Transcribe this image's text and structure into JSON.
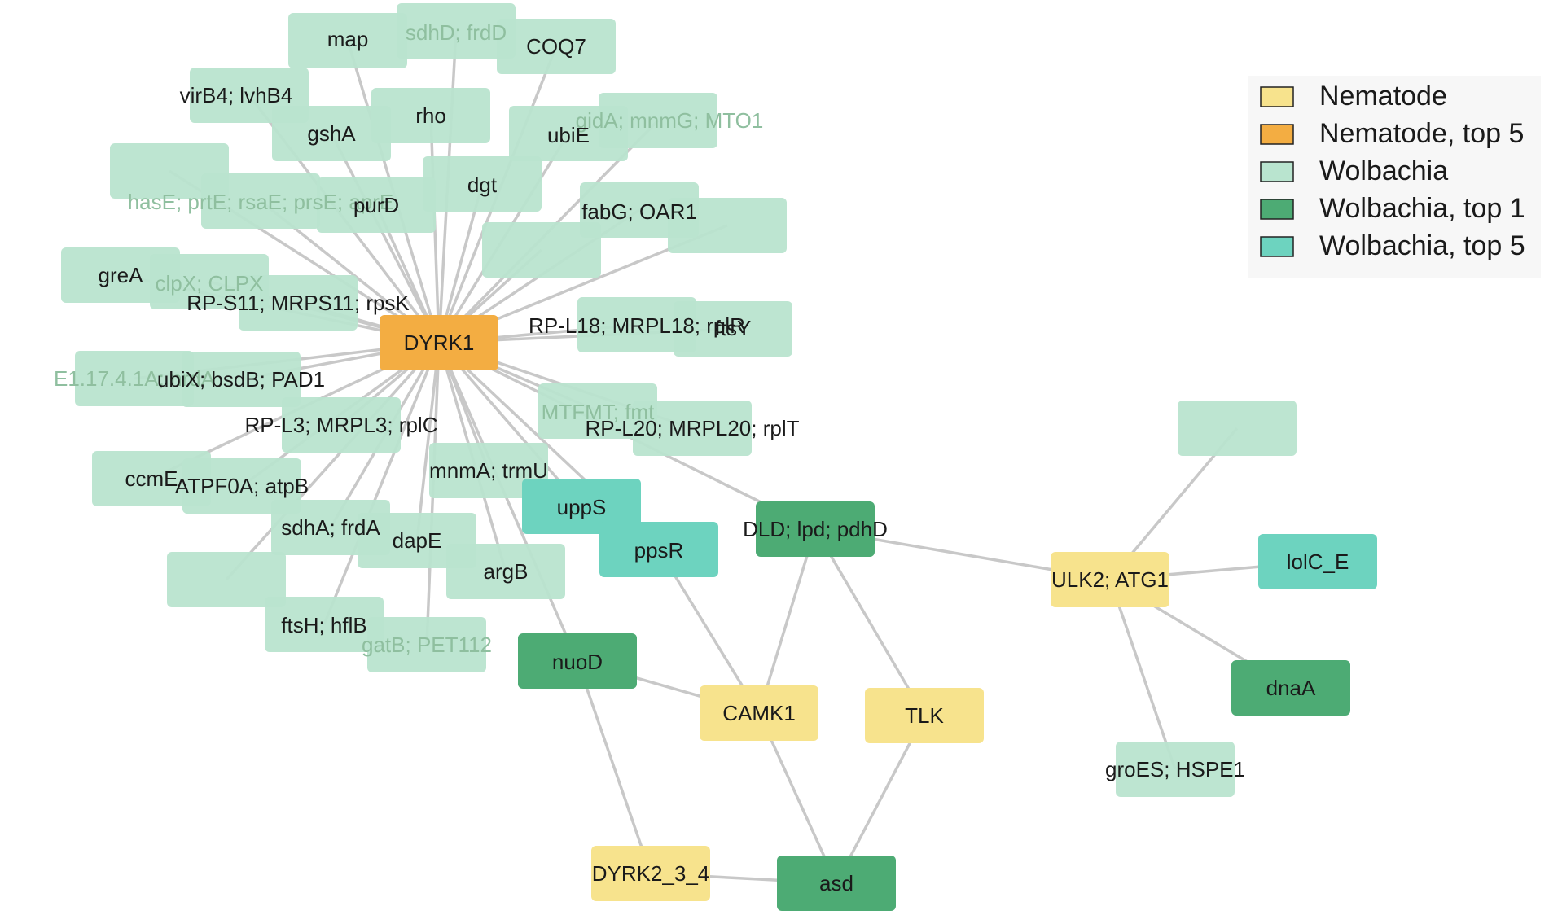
{
  "colors": {
    "nematode": "#f7e38d",
    "nematode_top5": "#f3ad42",
    "wolbachia": "#b9e4cf",
    "wolbachia_top1": "#4dab74",
    "wolbachia_top5": "#6dd3bf",
    "edge": "#c8c8c8"
  },
  "legend": [
    {
      "label": "Nematode",
      "category": "nematode"
    },
    {
      "label": "Nematode, top 5",
      "category": "nematode_top5"
    },
    {
      "label": "Wolbachia",
      "category": "wolbachia"
    },
    {
      "label": "Wolbachia, top 1",
      "category": "wolbachia_top1"
    },
    {
      "label": "Wolbachia, top 5",
      "category": "wolbachia_top5"
    }
  ],
  "nodes": [
    {
      "id": "map",
      "label": "map",
      "category": "wolbachia"
    },
    {
      "id": "sdhD",
      "label": "sdhD; frdD",
      "category": "wolbachia"
    },
    {
      "id": "COQ7",
      "label": "COQ7",
      "category": "wolbachia"
    },
    {
      "id": "virB4",
      "label": "virB4; lvhB4",
      "category": "wolbachia"
    },
    {
      "id": "rho",
      "label": "rho",
      "category": "wolbachia"
    },
    {
      "id": "gshA",
      "label": "gshA",
      "category": "wolbachia"
    },
    {
      "id": "gidA",
      "label": "gidA; mnmG; MTO1",
      "category": "wolbachia"
    },
    {
      "id": "ubiE",
      "label": "ubiE",
      "category": "wolbachia"
    },
    {
      "id": "blank1",
      "label": "",
      "category": "wolbachia"
    },
    {
      "id": "dgt",
      "label": "dgt",
      "category": "wolbachia"
    },
    {
      "id": "hasE",
      "label": "hasE; prtE; rsaE; prsE; aprE",
      "category": "wolbachia"
    },
    {
      "id": "purD",
      "label": "purD",
      "category": "wolbachia"
    },
    {
      "id": "fabG",
      "label": "fabG; OAR1",
      "category": "wolbachia"
    },
    {
      "id": "blank2",
      "label": "",
      "category": "wolbachia"
    },
    {
      "id": "blank3",
      "label": "",
      "category": "wolbachia"
    },
    {
      "id": "greA",
      "label": "greA",
      "category": "wolbachia"
    },
    {
      "id": "clpX",
      "label": "clpX; CLPX",
      "category": "wolbachia"
    },
    {
      "id": "rpsK",
      "label": "RP-S11; MRPS11; rpsK",
      "category": "wolbachia"
    },
    {
      "id": "rplR",
      "label": "RP-L18; MRPL18; rplR",
      "category": "wolbachia"
    },
    {
      "id": "ftsY",
      "label": "ftsY",
      "category": "wolbachia"
    },
    {
      "id": "DYRK1",
      "label": "DYRK1",
      "category": "nematode_top5"
    },
    {
      "id": "E1",
      "label": "E1.17.4.1A; nrdA",
      "category": "wolbachia"
    },
    {
      "id": "ubiX",
      "label": "ubiX; bsdB; PAD1",
      "category": "wolbachia"
    },
    {
      "id": "rplC",
      "label": "RP-L3; MRPL3; rplC",
      "category": "wolbachia"
    },
    {
      "id": "fmt",
      "label": "MTFMT; fmt",
      "category": "wolbachia"
    },
    {
      "id": "rplT",
      "label": "RP-L20; MRPL20; rplT",
      "category": "wolbachia"
    },
    {
      "id": "ccmE",
      "label": "ccmE",
      "category": "wolbachia"
    },
    {
      "id": "atpB",
      "label": "ATPF0A; atpB",
      "category": "wolbachia"
    },
    {
      "id": "mnmA",
      "label": "mnmA; trmU",
      "category": "wolbachia"
    },
    {
      "id": "uppS",
      "label": "uppS",
      "category": "wolbachia_top5"
    },
    {
      "id": "sdhA",
      "label": "sdhA; frdA",
      "category": "wolbachia"
    },
    {
      "id": "dapE",
      "label": "dapE",
      "category": "wolbachia"
    },
    {
      "id": "ppsR",
      "label": "ppsR",
      "category": "wolbachia_top5"
    },
    {
      "id": "DLD",
      "label": "DLD; lpd; pdhD",
      "category": "wolbachia_top1"
    },
    {
      "id": "blank4",
      "label": "",
      "category": "wolbachia"
    },
    {
      "id": "argB",
      "label": "argB",
      "category": "wolbachia"
    },
    {
      "id": "ftsH",
      "label": "ftsH; hflB",
      "category": "wolbachia"
    },
    {
      "id": "gatB",
      "label": "gatB; PET112",
      "category": "wolbachia"
    },
    {
      "id": "nuoD",
      "label": "nuoD",
      "category": "wolbachia_top1"
    },
    {
      "id": "CAMK1",
      "label": "CAMK1",
      "category": "nematode"
    },
    {
      "id": "TLK",
      "label": "TLK",
      "category": "nematode"
    },
    {
      "id": "DYRK2",
      "label": "DYRK2_3_4",
      "category": "nematode"
    },
    {
      "id": "asd",
      "label": "asd",
      "category": "wolbachia_top1"
    },
    {
      "id": "blank5",
      "label": "",
      "category": "wolbachia"
    },
    {
      "id": "ULK2",
      "label": "ULK2; ATG1",
      "category": "nematode"
    },
    {
      "id": "lolC",
      "label": "lolC_E",
      "category": "wolbachia_top5"
    },
    {
      "id": "dnaA",
      "label": "dnaA",
      "category": "wolbachia_top1"
    },
    {
      "id": "groES",
      "label": "groES; HSPE1",
      "category": "wolbachia"
    }
  ],
  "edges": [
    [
      "DYRK1",
      "map"
    ],
    [
      "DYRK1",
      "sdhD"
    ],
    [
      "DYRK1",
      "COQ7"
    ],
    [
      "DYRK1",
      "virB4"
    ],
    [
      "DYRK1",
      "rho"
    ],
    [
      "DYRK1",
      "gshA"
    ],
    [
      "DYRK1",
      "gidA"
    ],
    [
      "DYRK1",
      "ubiE"
    ],
    [
      "DYRK1",
      "blank1"
    ],
    [
      "DYRK1",
      "dgt"
    ],
    [
      "DYRK1",
      "hasE"
    ],
    [
      "DYRK1",
      "purD"
    ],
    [
      "DYRK1",
      "fabG"
    ],
    [
      "DYRK1",
      "blank2"
    ],
    [
      "DYRK1",
      "blank3"
    ],
    [
      "DYRK1",
      "greA"
    ],
    [
      "DYRK1",
      "clpX"
    ],
    [
      "DYRK1",
      "rpsK"
    ],
    [
      "DYRK1",
      "rplR"
    ],
    [
      "DYRK1",
      "ftsY"
    ],
    [
      "DYRK1",
      "E1"
    ],
    [
      "DYRK1",
      "ubiX"
    ],
    [
      "DYRK1",
      "rplC"
    ],
    [
      "DYRK1",
      "fmt"
    ],
    [
      "DYRK1",
      "rplT"
    ],
    [
      "DYRK1",
      "ccmE"
    ],
    [
      "DYRK1",
      "atpB"
    ],
    [
      "DYRK1",
      "mnmA"
    ],
    [
      "DYRK1",
      "uppS"
    ],
    [
      "DYRK1",
      "sdhA"
    ],
    [
      "DYRK1",
      "dapE"
    ],
    [
      "DYRK1",
      "ppsR"
    ],
    [
      "DYRK1",
      "DLD"
    ],
    [
      "DYRK1",
      "blank4"
    ],
    [
      "DYRK1",
      "argB"
    ],
    [
      "DYRK1",
      "ftsH"
    ],
    [
      "DYRK1",
      "gatB"
    ],
    [
      "DYRK1",
      "nuoD"
    ],
    [
      "nuoD",
      "CAMK1"
    ],
    [
      "nuoD",
      "DYRK2"
    ],
    [
      "ppsR",
      "CAMK1"
    ],
    [
      "DLD",
      "CAMK1"
    ],
    [
      "DLD",
      "TLK"
    ],
    [
      "DLD",
      "ULK2"
    ],
    [
      "CAMK1",
      "asd"
    ],
    [
      "TLK",
      "asd"
    ],
    [
      "DYRK2",
      "asd"
    ],
    [
      "ULK2",
      "blank5"
    ],
    [
      "ULK2",
      "lolC"
    ],
    [
      "ULK2",
      "dnaA"
    ],
    [
      "ULK2",
      "groES"
    ]
  ]
}
